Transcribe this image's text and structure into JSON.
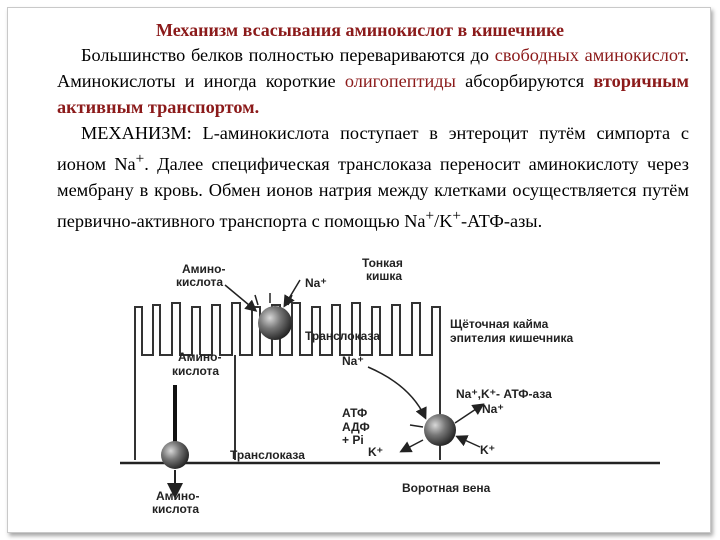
{
  "title": "Механизм всасывания аминокислот в кишечнике",
  "para1": {
    "t1": "Большинство белков полностью перевариваются до ",
    "h1": "свободных аминокислот",
    "t2": ". Аминокислоты и иногда короткие ",
    "h2": "олигопептиды",
    "t3": " абсорбируются ",
    "h3": "вторичным активным транспортом."
  },
  "para2": {
    "t1": "МЕХАНИЗМ: L-аминокислота поступает в энтероцит путём симпорта с ионом Na",
    "sup1": "+",
    "t2": ". Далее специфическая транслоказа переносит аминокислоту через мембрану в кровь. Обмен ионов натрия между клетками осуществляется путём первично-активного транспорта с помощью Na",
    "sup2": "+",
    "t3": "/K",
    "sup3": "+",
    "t4": "-АТФ-азы."
  },
  "diagram": {
    "amino_top_1": "Амино-",
    "amino_top_2": "кислота",
    "na_top": "Na⁺",
    "tonkaya_1": "Тонкая",
    "tonkaya_2": "кишка",
    "brush_1": "Щёточная кайма",
    "brush_2": "эпителия кишечника",
    "translokaza_top": "Транслоказа",
    "amino_mid_1": "Амино-",
    "amino_mid_2": "кислота",
    "na_mid": "Na⁺",
    "atpase": "Na⁺,K⁺- АТФ-аза",
    "na_right": "Na⁺",
    "atf": "АТФ",
    "adf": "АДФ",
    "pi": "+ Pi",
    "k_left": "K⁺",
    "k_right": "K⁺",
    "translokaza_bottom": "Транслоказа",
    "portal_vein": "Воротная вена",
    "amino_bottom_1": "Амино-",
    "amino_bottom_2": "кислота"
  }
}
